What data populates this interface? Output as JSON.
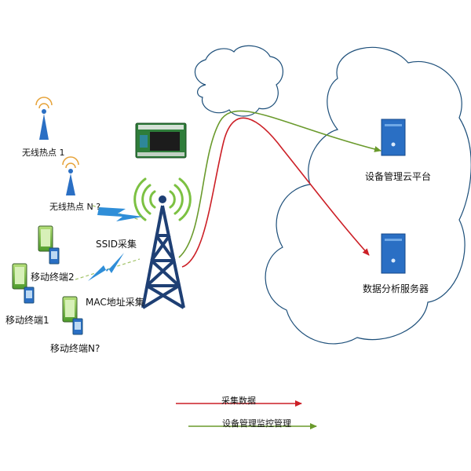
{
  "hotspots": [
    {
      "label": "无线热点 1"
    },
    {
      "label": "无线热点 N ?"
    }
  ],
  "terminals": [
    {
      "label": "移动终端2"
    },
    {
      "label": "移动终端1"
    },
    {
      "label": "移动终端N?"
    }
  ],
  "collection": {
    "ssid_label": "SSID采集",
    "mac_label": "MAC地址采集"
  },
  "servers": {
    "cloud_platform_label": "设备管理云平台",
    "analysis_server_label": "数据分析服务器"
  },
  "legend": {
    "data_label": "采集数据",
    "mgmt_label": "设备管理监控管理"
  },
  "colors": {
    "data_arrow": "#cc1f26",
    "mgmt_arrow": "#6a9a2c",
    "tower": "#1e3f74",
    "wave": "#7cc142",
    "lightning": "#2f8ed8",
    "server": "#2a6fc4"
  }
}
